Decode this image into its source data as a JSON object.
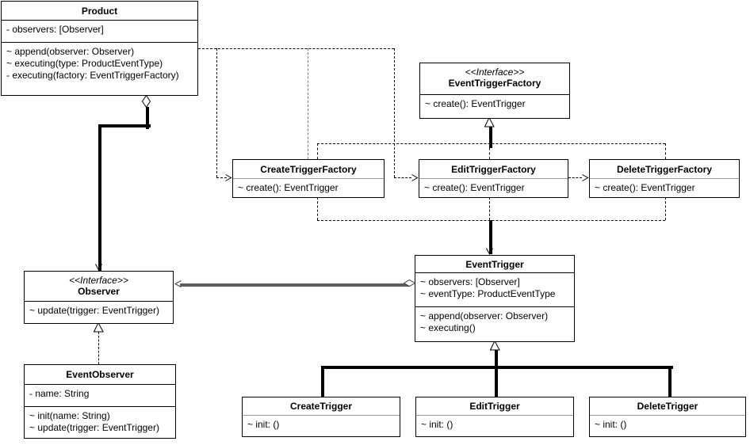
{
  "diagram": {
    "kind": "uml-class-diagram",
    "colors": {
      "background": "#ffffff",
      "box_fill": "#ffffff",
      "box_border": "#000000",
      "edge": "#000000",
      "gray_edge": "#757575",
      "light_divider": "#999999"
    },
    "classes": {
      "product": {
        "title": "Product",
        "attributes": [
          "- observers: [Observer]"
        ],
        "methods": [
          "~ append(observer: Observer)",
          "~ executing(type: ProductEventType)",
          "- executing(factory: EventTriggerFactory)"
        ]
      },
      "event_trigger_factory": {
        "stereotype": "<<Interface>>",
        "title": "EventTriggerFactory",
        "methods": [
          "~ create(): EventTrigger"
        ]
      },
      "create_trigger_factory": {
        "title": "CreateTriggerFactory",
        "methods": [
          "~ create(): EventTrigger"
        ]
      },
      "edit_trigger_factory": {
        "title": "EditTriggerFactory",
        "methods": [
          "~ create(): EventTrigger"
        ]
      },
      "delete_trigger_factory": {
        "title": "DeleteTriggerFactory",
        "methods": [
          "~ create(): EventTrigger"
        ]
      },
      "event_trigger": {
        "title": "EventTrigger",
        "attributes": [
          "~ observers: [Observer]",
          "~ eventType: ProductEventType"
        ],
        "methods": [
          "~ append(observer: Observer)",
          "~ executing()"
        ]
      },
      "observer": {
        "stereotype": "<<Interface>>",
        "title": "Observer",
        "methods": [
          "~ update(trigger: EventTrigger)"
        ]
      },
      "event_observer": {
        "title": "EventObserver",
        "attributes": [
          "- name: String"
        ],
        "methods": [
          "~ init(name: String)",
          "~ update(trigger: EventTrigger)"
        ]
      },
      "create_trigger": {
        "title": "CreateTrigger",
        "methods": [
          "~ init: ()"
        ]
      },
      "edit_trigger": {
        "title": "EditTrigger",
        "methods": [
          "~ init: ()"
        ]
      },
      "delete_trigger": {
        "title": "DeleteTrigger",
        "methods": [
          "~ init: ()"
        ]
      }
    },
    "relationships": [
      {
        "from": "Product",
        "to": "CreateTriggerFactory",
        "type": "dependency"
      },
      {
        "from": "Product",
        "to": "EditTriggerFactory",
        "type": "dependency"
      },
      {
        "from": "Product",
        "to": "DeleteTriggerFactory",
        "type": "dependency"
      },
      {
        "from": "CreateTriggerFactory",
        "to": "EventTriggerFactory",
        "type": "realization"
      },
      {
        "from": "EditTriggerFactory",
        "to": "EventTriggerFactory",
        "type": "realization"
      },
      {
        "from": "DeleteTriggerFactory",
        "to": "EventTriggerFactory",
        "type": "realization"
      },
      {
        "from": "CreateTriggerFactory",
        "to": "EventTrigger",
        "type": "dependency"
      },
      {
        "from": "EditTriggerFactory",
        "to": "EventTrigger",
        "type": "dependency"
      },
      {
        "from": "DeleteTriggerFactory",
        "to": "EventTrigger",
        "type": "dependency"
      },
      {
        "from": "Product",
        "to": "Observer",
        "type": "aggregation"
      },
      {
        "from": "EventTrigger",
        "to": "Observer",
        "type": "aggregation"
      },
      {
        "from": "EventObserver",
        "to": "Observer",
        "type": "realization"
      },
      {
        "from": "CreateTrigger",
        "to": "EventTrigger",
        "type": "generalization"
      },
      {
        "from": "EditTrigger",
        "to": "EventTrigger",
        "type": "generalization"
      },
      {
        "from": "DeleteTrigger",
        "to": "EventTrigger",
        "type": "generalization"
      }
    ]
  }
}
